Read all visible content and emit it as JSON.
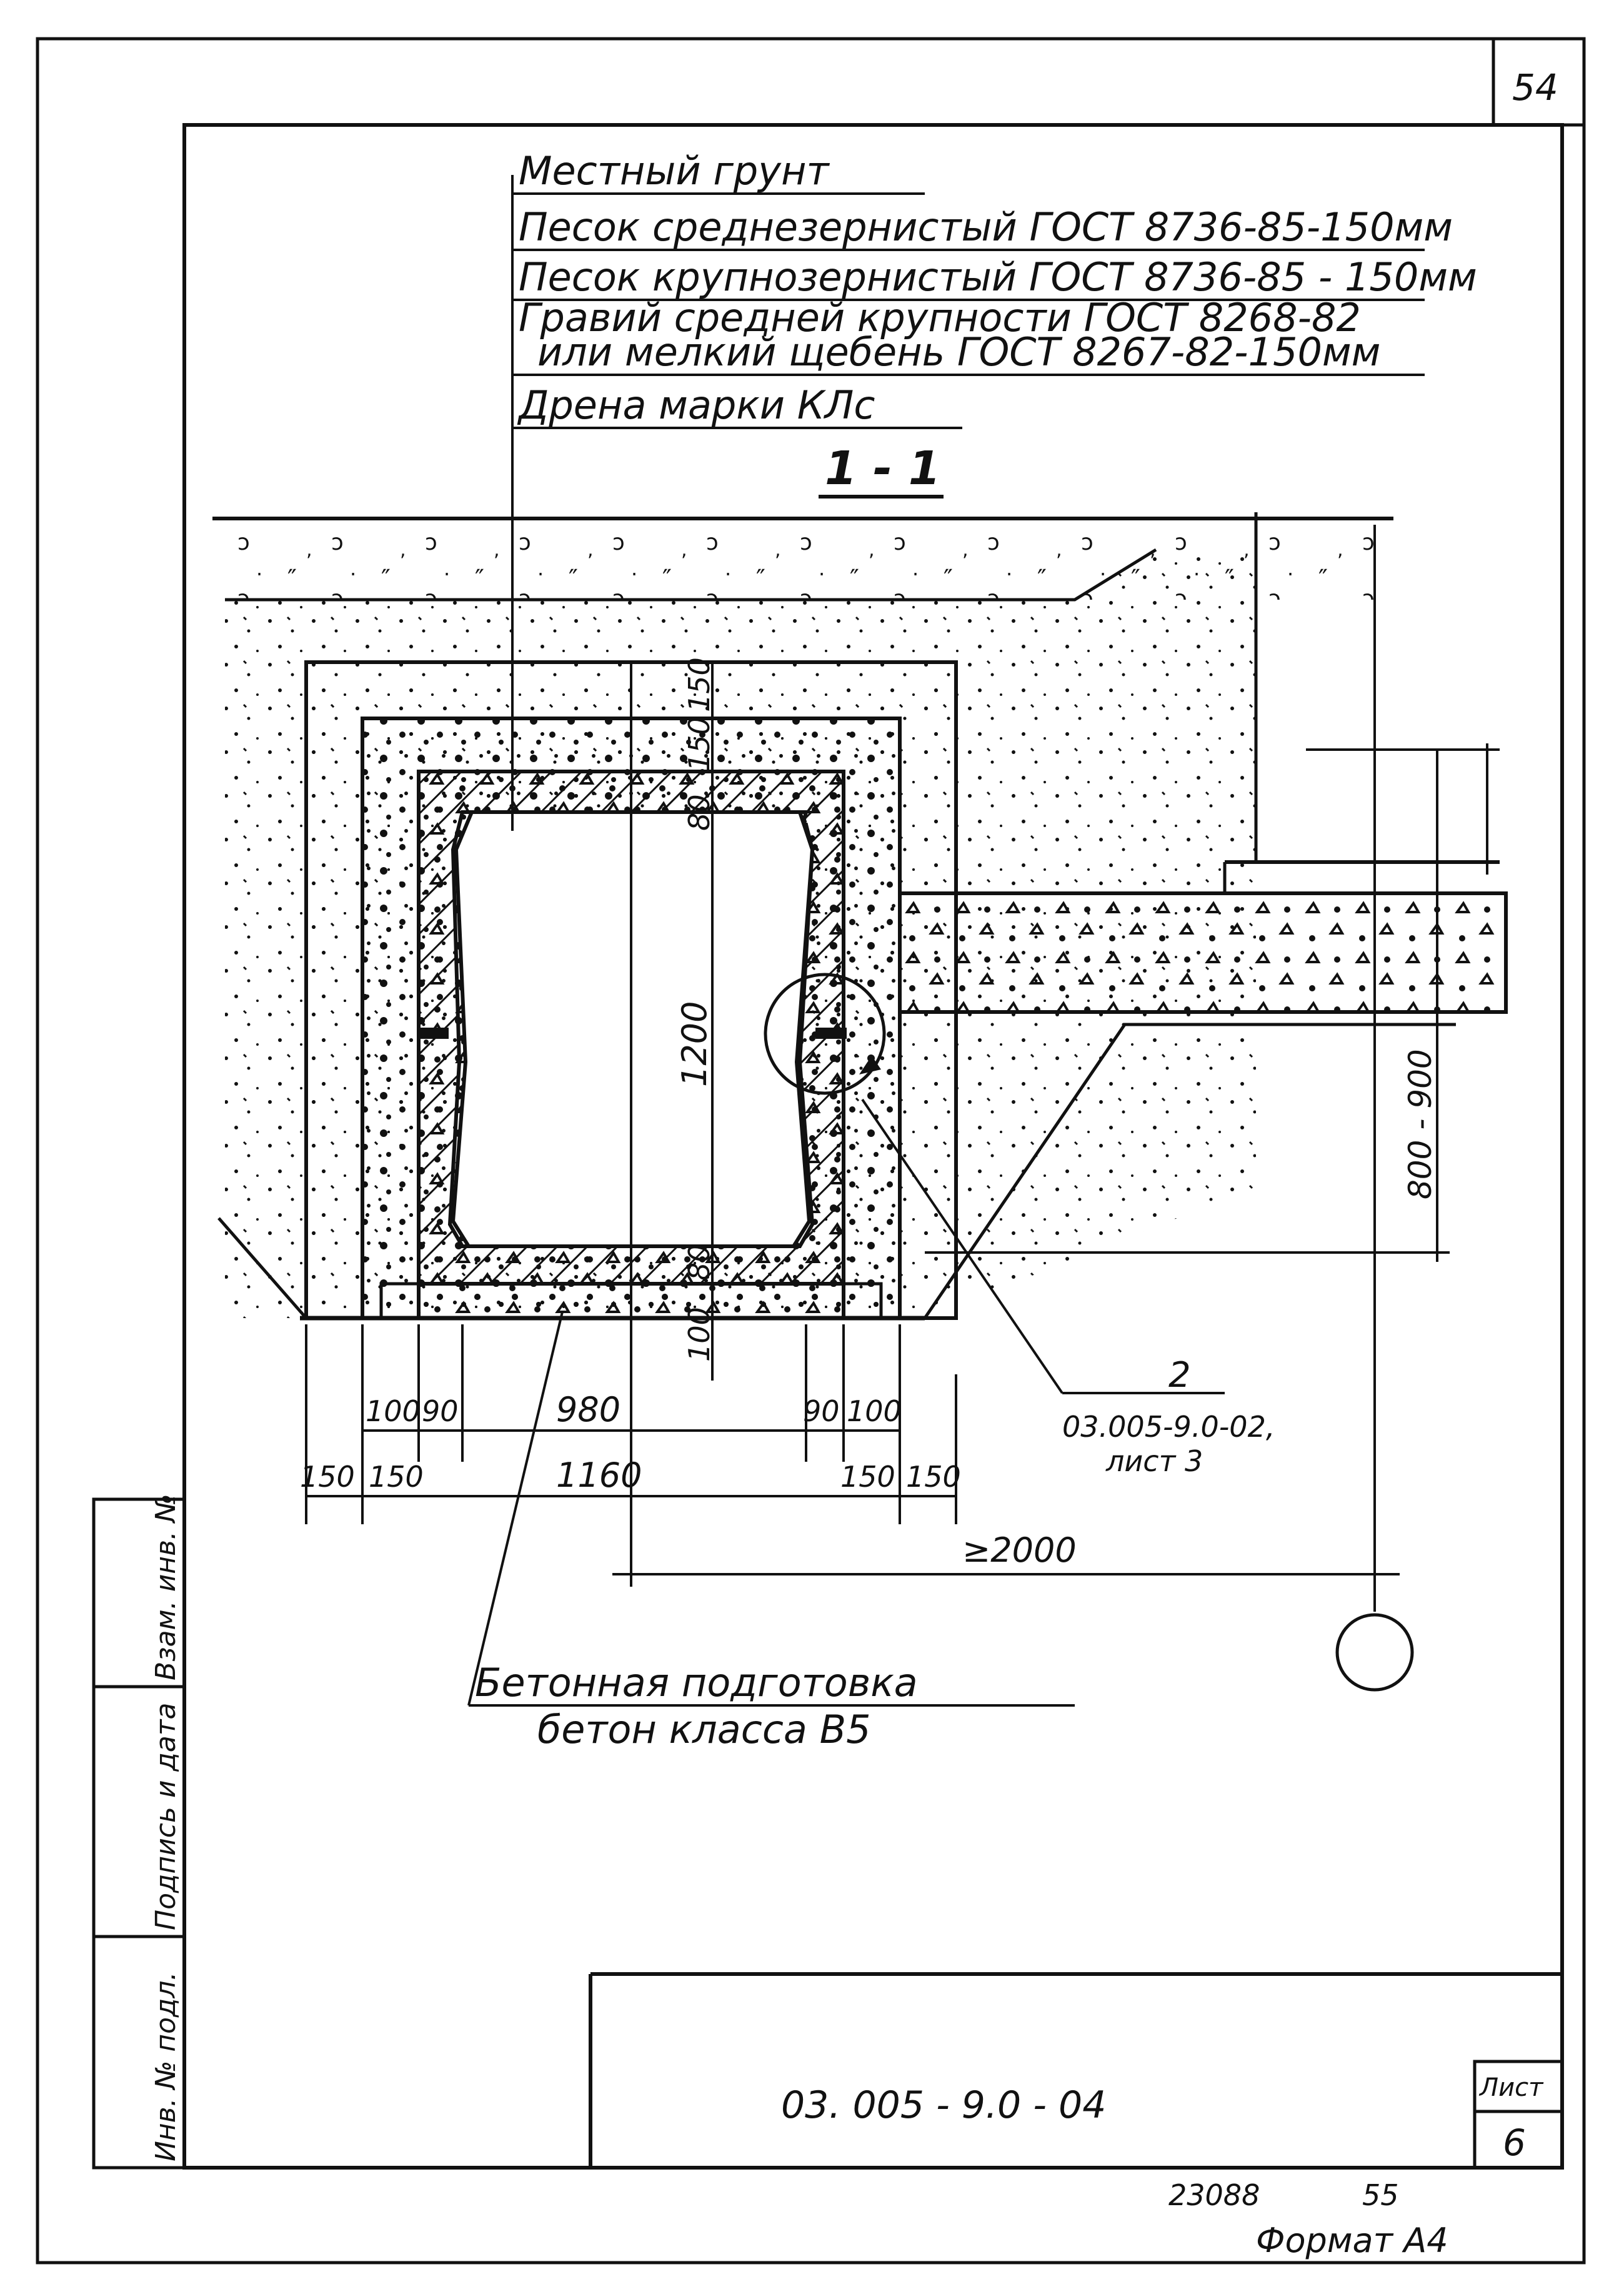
{
  "sheet": {
    "page_number": "54",
    "section_label": "1 - 1",
    "format_label": "Формат А4",
    "archive_number": "23088",
    "archive_page": "55"
  },
  "layers": [
    {
      "label": "Местный грунт"
    },
    {
      "label": "Песок среднезернистый ГОСТ 8736-85-150мм"
    },
    {
      "label": "Песок крупнозернистый ГОСТ 8736-85 - 150мм"
    },
    {
      "label_line1": "Гравий средней крупности ГОСТ 8268-82",
      "label_line2": "или мелкий щебень ГОСТ 8267-82-150мм"
    },
    {
      "label": "Дрена марки КЛс"
    }
  ],
  "dimensions": {
    "top_150a": "150",
    "top_150b": "150",
    "wall_80_top": "80",
    "height_1200": "1200",
    "wall_80_bottom": "80",
    "base_100": "100",
    "inner_980": "980",
    "left_100": "100",
    "left_90": "90",
    "right_90": "90",
    "right_100": "100",
    "overall_1160": "1160",
    "left_150a": "150",
    "left_150b": "150",
    "right_150a": "150",
    "right_150b": "150",
    "min_2000": "≥2000",
    "depth_800_900": "800 - 900"
  },
  "callout": {
    "number": "2",
    "reference_line1": "03.005-9.0-02,",
    "reference_line2": "лист 3"
  },
  "concrete_note": {
    "line1": "Бетонная подготовка",
    "line2": "бетон класса В5"
  },
  "title_block": {
    "document_code": "03. 005 - 9.0 - 04",
    "sheet_label": "Лист",
    "sheet_number": "6"
  },
  "side_stamp": {
    "field_inv": "Инв. № подл.",
    "field_sign": "Подпись и дата",
    "field_replace": "Взам. инв. №"
  }
}
